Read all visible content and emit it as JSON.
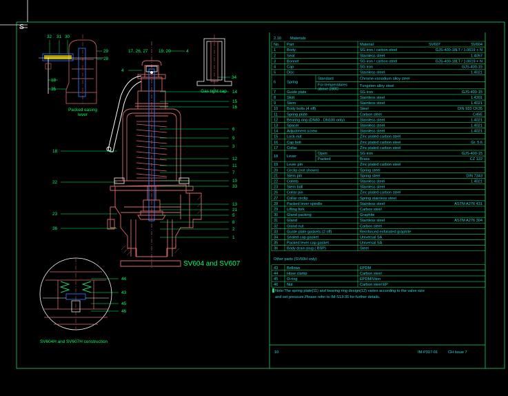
{
  "colors": {
    "frame": "#1fd16a",
    "table_text": "#2bd7e0",
    "label": "#00ff66",
    "body": "#e06a6a",
    "blue": "#2b74ff",
    "yellow": "#ffe000",
    "title_text": "#e6c63a",
    "white": "#ffffff"
  },
  "drawing": {
    "main_title": "SV604 and SV607",
    "detail_title": "SV604H and SV607H construction",
    "lever_caption": [
      "Packed easing",
      "lever"
    ],
    "gas_cap_caption": "Gas tight cap",
    "top_left_callouts": [
      "32",
      "31",
      "30",
      "29",
      "28",
      "18",
      "35"
    ],
    "top_callouts": [
      "17, 26, 27",
      "19, 20",
      "4",
      "4",
      "34"
    ],
    "right_callouts": [
      "14",
      "15",
      "16",
      "6",
      "9",
      "3",
      "12",
      "11",
      "7",
      "10",
      "33",
      "13",
      "21",
      "5",
      "8",
      "2",
      "1"
    ],
    "left_callouts": [
      "18",
      "22",
      "23",
      "36"
    ],
    "detail_callouts": [
      "44",
      "43",
      "45",
      "46"
    ]
  },
  "table": {
    "section": "2.10",
    "heading": "Materials",
    "headers": {
      "no": "No.",
      "part": "Part",
      "material": "Material",
      "sv607": "SV607",
      "sv604": "SV604"
    },
    "rows": [
      {
        "no": "1",
        "part": "Body",
        "mat": "SG iron / carbon steel",
        "spec": "GJS-400-18LT / 1.0619 + N"
      },
      {
        "no": "2",
        "part": "Seat",
        "mat": "Stainless steel",
        "spec": "1.4057"
      },
      {
        "no": "3",
        "part": "Bonnet",
        "mat": "SG iron / carbon steel",
        "spec": "GJS-400-18LT / 1.0619 + N"
      },
      {
        "no": "4",
        "part": "Cap",
        "mat": "SG iron",
        "spec": "GJS-400-15"
      },
      {
        "no": "5",
        "part": "Disc",
        "mat": "Stainless steel",
        "spec": "1.4021"
      },
      {
        "no": "6",
        "part": "Spring",
        "sub": [
          "Standard",
          "For temperatures above 230C"
        ],
        "mat_lines": [
          "Chrome-vanadium alloy steel",
          "Tungsten alloy steel"
        ]
      },
      {
        "no": "7",
        "part": "Guide plate",
        "mat": "SG iron",
        "spec": "GJS-400-15"
      },
      {
        "no": "8",
        "part": "Skirt",
        "mat": "Stainless steel",
        "spec": "1.4301"
      },
      {
        "no": "9",
        "part": "Stem",
        "mat": "Stainless steel",
        "spec": "1.4021"
      },
      {
        "no": "10",
        "part": "Body bolts (4 off)",
        "mat": "Steel",
        "spec": "DIN 933 CK35"
      },
      {
        "no": "11",
        "part": "Spring plate",
        "mat": "Carbon steel",
        "spec": "C45E"
      },
      {
        "no": "12",
        "part": "Bearing ring (DN80 - DN100 only)",
        "mat": "Stainless steel",
        "spec": "1.4021"
      },
      {
        "no": "13",
        "part": "Spacer",
        "mat": "Stainless steel",
        "spec": "1.4021"
      },
      {
        "no": "14",
        "part": "Adjustment screw",
        "mat": "Stainless steel",
        "spec": "1.4021"
      },
      {
        "no": "15",
        "part": "Lock-nut",
        "mat": "Zinc plated carbon steel",
        "spec": ""
      },
      {
        "no": "16",
        "part": "Cap bolt",
        "mat": "Zinc plated carbon steel",
        "spec": "Gr. 5.6"
      },
      {
        "no": "17",
        "part": "Collar",
        "mat": "Zinc plated carbon steel",
        "spec": ""
      },
      {
        "no": "18",
        "part": "Lever",
        "sub": [
          "Open",
          "Packed"
        ],
        "mat_lines": [
          "SG iron",
          "Brass"
        ],
        "spec_lines": [
          "GJS-400-15",
          "CZ 122"
        ]
      },
      {
        "no": "19",
        "part": "Lever pin",
        "mat": "Zinc plated carbon steel",
        "spec": ""
      },
      {
        "no": "20",
        "part": "Circlip (not shown)",
        "mat": "Spring steel",
        "spec": ""
      },
      {
        "no": "21",
        "part": "Stem pin",
        "mat": "Spring steel",
        "spec": "DIN 7343"
      },
      {
        "no": "22",
        "part": "Collets",
        "mat": "Stainless steel",
        "spec": "1.4021"
      },
      {
        "no": "23",
        "part": "Stem ball",
        "mat": "Stainless steel",
        "spec": ""
      },
      {
        "no": "26",
        "part": "Collar pin",
        "mat": "Zinc plated carbon steel",
        "spec": ""
      },
      {
        "no": "27",
        "part": "Collar circlip",
        "mat": "Spring stainless steel",
        "spec": ""
      },
      {
        "no": "28",
        "part": "Packed lever spindle",
        "mat": "Stainless steel",
        "spec": "ASTM A276 431"
      },
      {
        "no": "29",
        "part": "Lifting fork",
        "mat": "Carbon steel",
        "spec": ""
      },
      {
        "no": "30",
        "part": "Gland packing",
        "mat": "Graphite",
        "spec": ""
      },
      {
        "no": "31",
        "part": "Gland",
        "mat": "Stainless steel",
        "spec": "ASTM A276 304"
      },
      {
        "no": "32",
        "part": "Gland nut",
        "mat": "Carbon steel",
        "spec": ""
      },
      {
        "no": "33",
        "part": "Guide plate gaskets (2 off)",
        "mat": "Reinforced exfoliated graphite",
        "spec": ""
      },
      {
        "no": "34",
        "part": "Sealed cap gasket",
        "mat": "Universal SA",
        "spec": ""
      },
      {
        "no": "35",
        "part": "Packed lever cap gasket",
        "mat": "Universal SA",
        "spec": ""
      },
      {
        "no": "36",
        "part": "Body drain plug ( BSP)",
        "mat": "Steel",
        "spec": ""
      }
    ],
    "other_parts_label": "Other parts (SV60H only)",
    "other_rows": [
      {
        "no": "43",
        "part": "Bellows",
        "mat": "EPDM"
      },
      {
        "no": "44",
        "part": "Hose clamp",
        "mat": "Carbon steel"
      },
      {
        "no": "45",
        "part": "O-ring",
        "mat": "EPDM/Viton"
      },
      {
        "no": "46",
        "part": "Nut",
        "mat": "Carbon steel EP"
      }
    ],
    "note_lines": [
      "Note:The spring plate(11) and bearing ring design(12) varies according to the valve size",
      "and set pressure.Please refer to IM-S13-35 for further details."
    ],
    "footer": {
      "page": "10",
      "doc": "IM-P317-01",
      "issue": "CH Issue 7"
    }
  }
}
